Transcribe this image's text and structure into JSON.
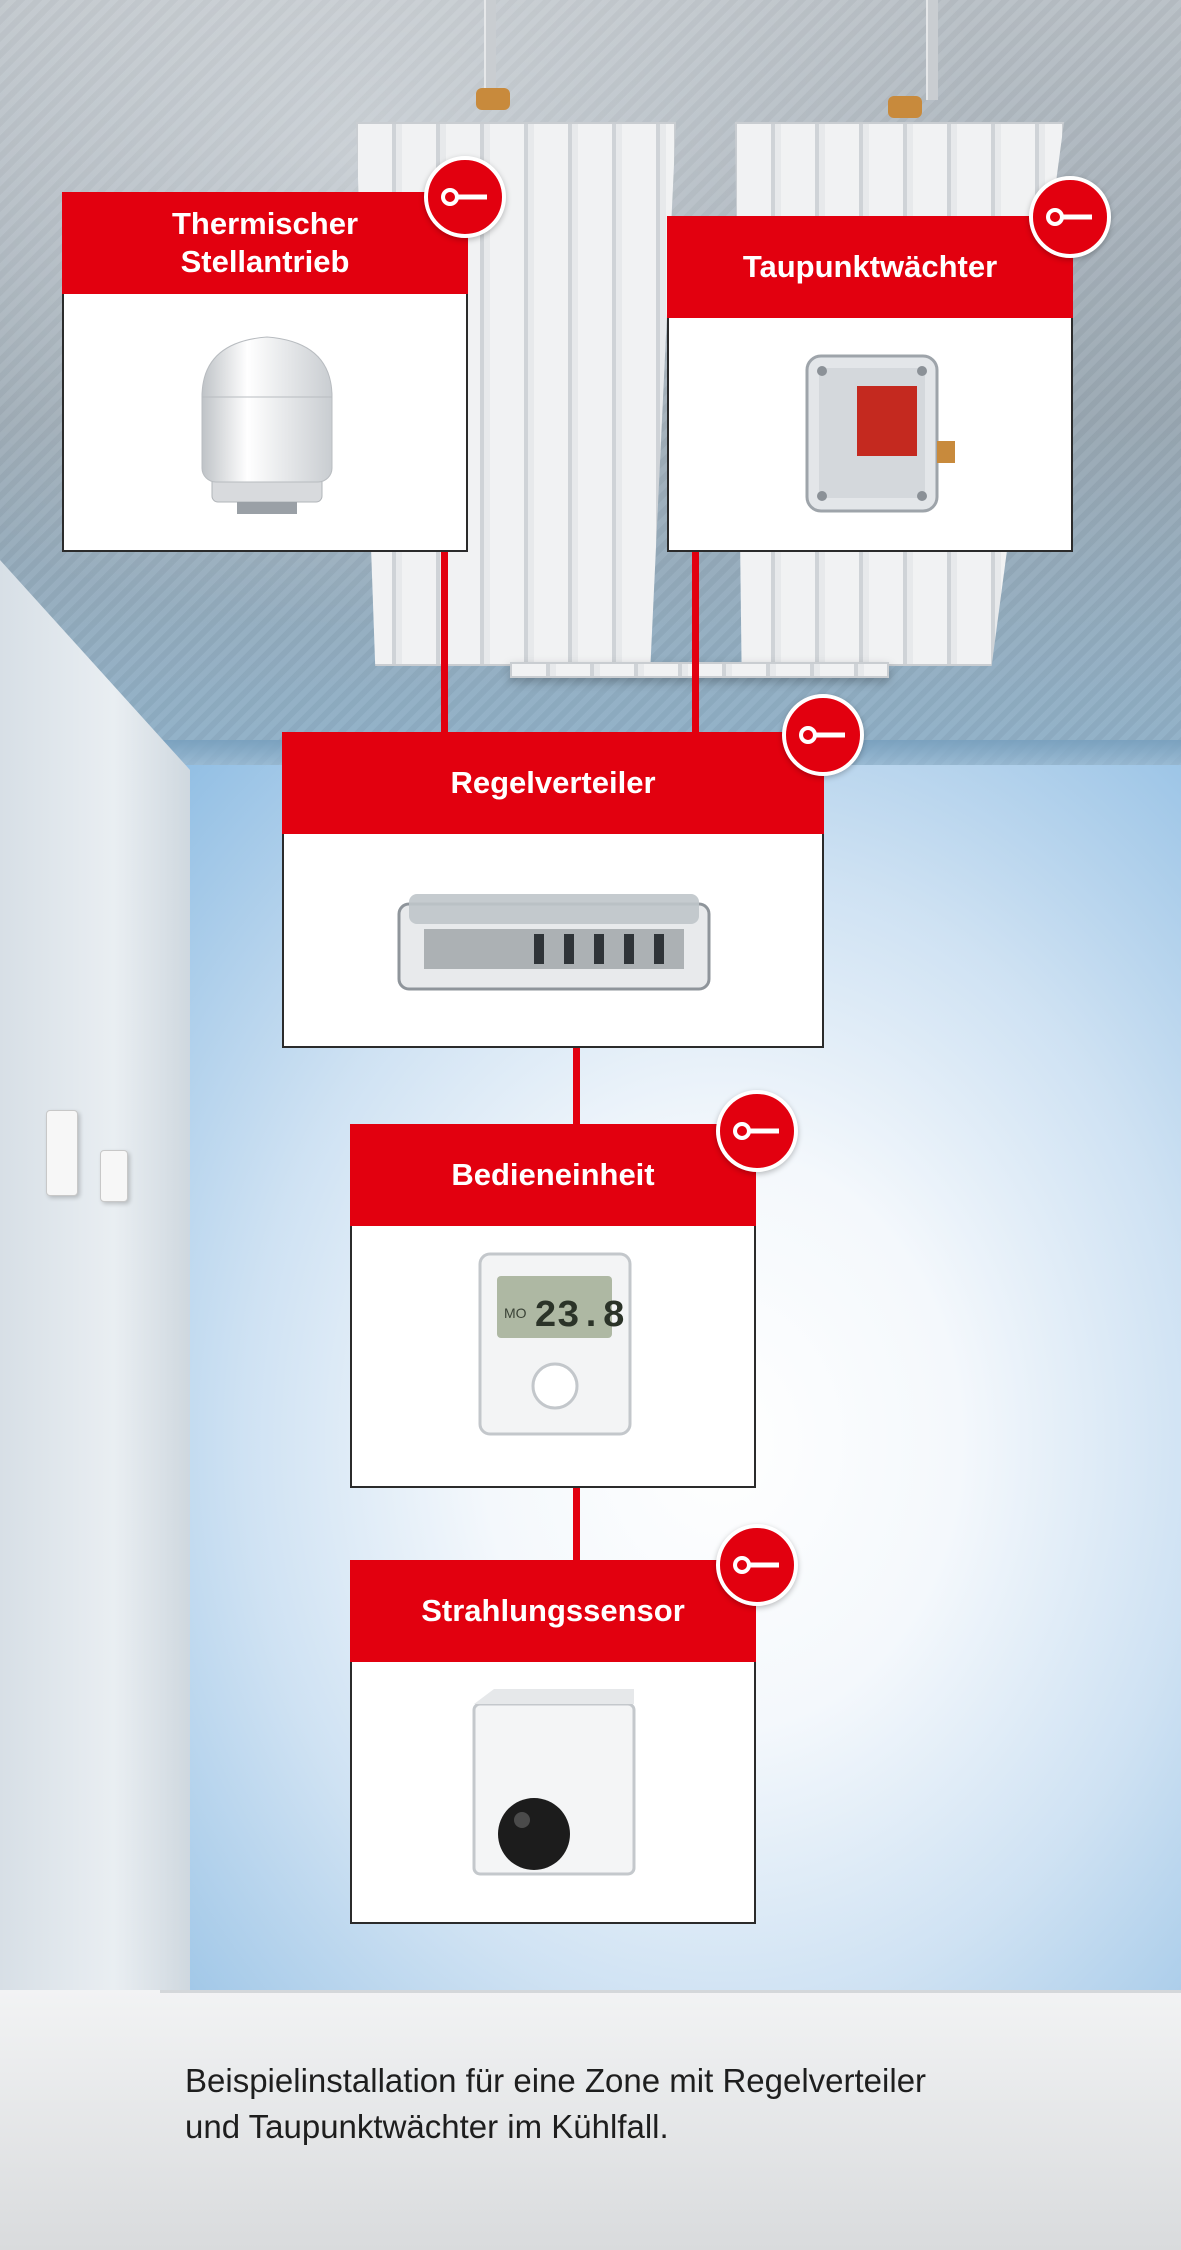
{
  "components": {
    "thermischer_stellantrieb": {
      "title_line1": "Thermischer",
      "title_line2": "Stellantrieb"
    },
    "taupunktwaechter": {
      "title": "Taupunktwächter"
    },
    "regelverteiler": {
      "title": "Regelverteiler"
    },
    "bedieneinheit": {
      "title": "Bedieneinheit",
      "display_value": "23.8",
      "display_prefix": "MO"
    },
    "strahlungssensor": {
      "title": "Strahlungssensor"
    }
  },
  "caption": {
    "line1": "Beispielinstallation für eine Zone mit Regelverteiler",
    "line2": "und Taupunktwächter im Kühlfall."
  },
  "icons": {
    "badge": "key-icon"
  },
  "colors": {
    "accent": "#e2000f",
    "card_border": "#2b2b2b"
  }
}
